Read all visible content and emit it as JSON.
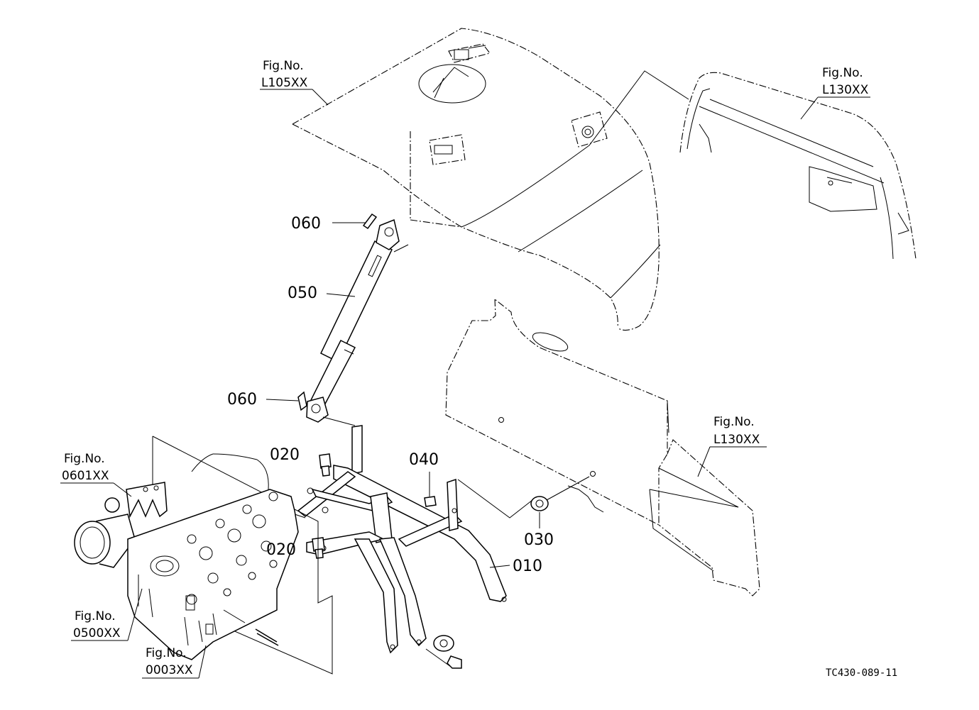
{
  "part_labels": {
    "p060_top": "060",
    "p050": "050",
    "p060_bottom": "060",
    "p020_top": "020",
    "p040": "040",
    "p020_bottom": "020",
    "p030": "030",
    "p010": "010"
  },
  "figure_refs": {
    "l105": {
      "line1": "Fig.No.",
      "line2": "L105XX"
    },
    "l130_top": {
      "line1": "Fig.No.",
      "line2": "L130XX"
    },
    "l130_mid": {
      "line1": "Fig.No.",
      "line2": "L130XX"
    },
    "f0601": {
      "line1": "Fig.No.",
      "line2": "0601XX"
    },
    "f0500": {
      "line1": "Fig.No.",
      "line2": "0500XX"
    },
    "f0003": {
      "line1": "Fig.No.",
      "line2": "0003XX"
    }
  },
  "drawing_code": "TC430-089-11"
}
